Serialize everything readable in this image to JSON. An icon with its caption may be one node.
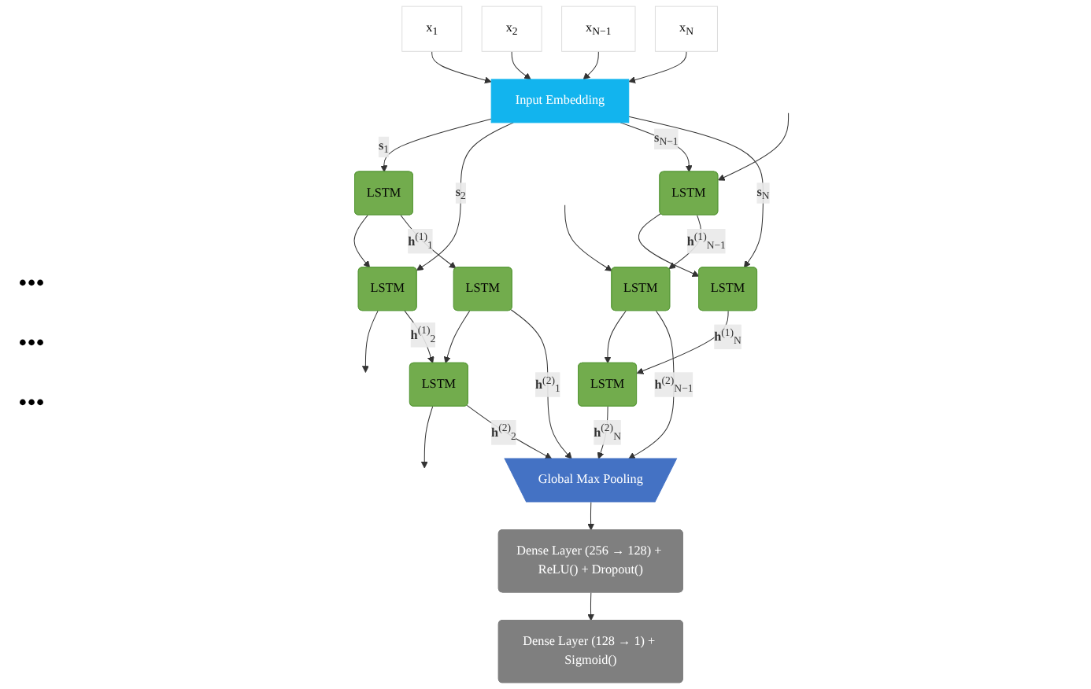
{
  "diagram": {
    "nodes": [
      {
        "text": [
          "x$_{1}$"
        ]
      },
      {
        "text": [
          "x$_{2}$"
        ]
      },
      {
        "text": [
          "x$_{N−1}$"
        ]
      },
      {
        "text": [
          "x$_{N}$"
        ]
      },
      {
        "text": [
          "Input Embedding"
        ]
      },
      {
        "text": [
          "LSTM"
        ]
      },
      {
        "text": [
          "LSTM"
        ]
      },
      {
        "text": [
          "LSTM"
        ]
      },
      {
        "text": [
          "LSTM"
        ]
      },
      {
        "text": [
          "LSTM"
        ]
      },
      {
        "text": [
          "LSTM"
        ]
      },
      {
        "text": [
          "LSTM"
        ]
      },
      {
        "text": [
          "LSTM"
        ]
      },
      {
        "text": [
          "Global Max Pooling"
        ]
      },
      {
        "text": [
          "Dense Layer (256 → 128) + ReLU() + Dropout()"
        ]
      },
      {
        "text": [
          "Dense Layer (128 → 1) + Sigmoid()"
        ]
      }
    ],
    "edges": [
      {
        "from": 0,
        "to": 4,
        "arrow": "to"
      },
      {
        "from": 1,
        "to": 4,
        "arrow": "to"
      },
      {
        "from": 2,
        "to": 4,
        "arrow": "to"
      },
      {
        "from": 3,
        "to": 4,
        "arrow": "to"
      },
      {
        "from": 4,
        "to": 5,
        "arrow": "to",
        "label": "**s**$_{1}$"
      },
      {
        "from": 4,
        "to": 6,
        "arrow": "to",
        "label": "**s**$_{2}$"
      },
      {
        "from": 4,
        "to": 7,
        "arrow": "to",
        "label": "**s**$_{N−1}$"
      },
      {
        "from": 4,
        "to": 8,
        "arrow": "to",
        "label": "**s**$_{N}$"
      },
      {
        "from": 5,
        "to": 6,
        "arrow": "to"
      },
      {
        "from": 6,
        "to": null,
        "arrow": "to"
      },
      {
        "from": null,
        "to": 7,
        "arrow": "to"
      },
      {
        "from": 7,
        "to": 8,
        "arrow": "to"
      },
      {
        "from": 5,
        "to": 9,
        "arrow": "to",
        "label": "**h**$^{(1)}$$_{1}$"
      },
      {
        "from": 6,
        "to": 10,
        "arrow": "to",
        "label": "**h**$^{(1)}$$_{2}$"
      },
      {
        "from": 7,
        "to": 11,
        "arrow": "to",
        "label": "**h**$^{(1)}$$_{N−1}$"
      },
      {
        "from": 8,
        "to": 12,
        "arrow": "to",
        "label": "**h**$^{(1)}$$_{N}$"
      },
      {
        "from": 9,
        "to": 10,
        "arrow": "to"
      },
      {
        "from": 10,
        "to": null,
        "arrow": "to"
      },
      {
        "from": null,
        "to": 11,
        "arrow": "to"
      },
      {
        "from": 11,
        "to": 12,
        "arrow": "to"
      },
      {
        "from": 9,
        "to": 13,
        "arrow": "to",
        "label": "**h**$^{(2)}$$_{1}$"
      },
      {
        "from": 10,
        "to": 13,
        "arrow": "to",
        "label": "**h**$^{(2)}$$_{2}$"
      },
      {
        "from": 11,
        "to": 13,
        "arrow": "to",
        "label": "**h**$^{(2)}$$_{N−1}$"
      },
      {
        "from": 12,
        "to": 13,
        "arrow": "to",
        "label": "**h**$^{(2)}$$_{N}$"
      },
      {
        "from": 13,
        "to": 14,
        "arrow": "to"
      },
      {
        "from": 14,
        "to": 15,
        "arrow": "to"
      }
    ],
    "labels": [
      "•••",
      "•••",
      "•••"
    ]
  }
}
